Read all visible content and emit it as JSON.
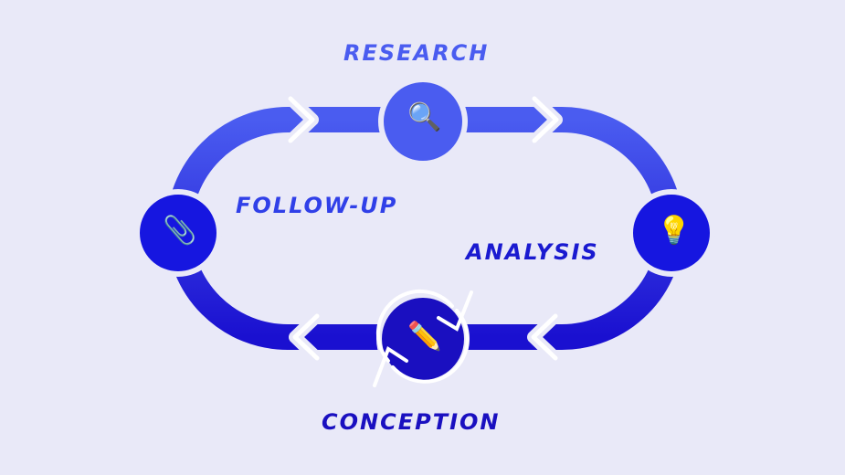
{
  "stages": [
    {
      "label": "RESEARCH",
      "icon": "magnifying-glass-icon",
      "color": "#4a5cf0"
    },
    {
      "label": "ANALYSIS",
      "icon": "light-bulb-icon",
      "color": "#1a1ad0"
    },
    {
      "label": "CONCEPTION",
      "icon": "pencil-refresh-icon",
      "color": "#1a10c0"
    },
    {
      "label": "FOLLOW-UP",
      "icon": "paperclip-icon",
      "color": "#3040e8"
    }
  ],
  "colors": {
    "background": "#e9e9f8",
    "loop_top": "#4a5cf0",
    "loop_bottom": "#1a10d0"
  }
}
